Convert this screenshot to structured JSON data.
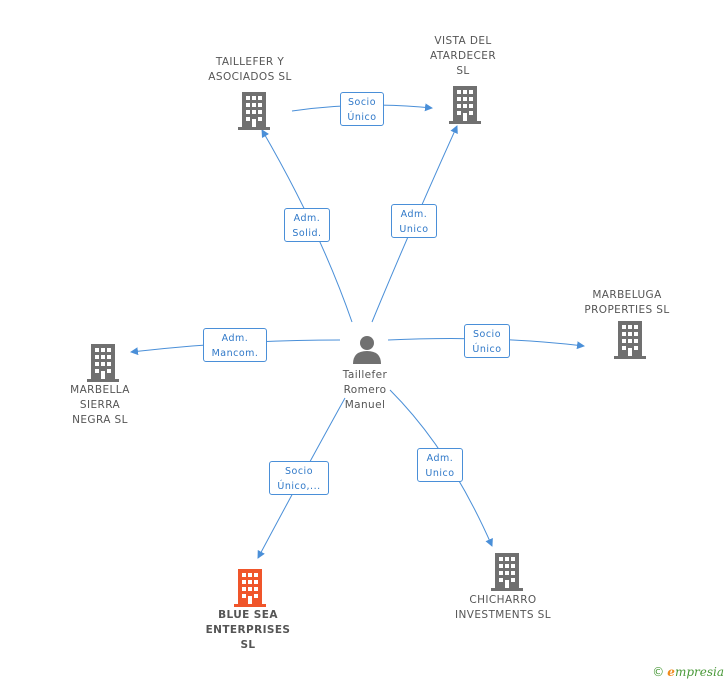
{
  "colors": {
    "edge": "#4a8fd8",
    "building": "#707070",
    "building_highlight": "#f0552a",
    "person": "#707070"
  },
  "nodes": {
    "person": {
      "label": "Taillefer\nRomero\nManuel",
      "icon": "person-icon"
    },
    "taillefer_asociados": {
      "label": "TAILLEFER Y\nASOCIADOS SL",
      "icon": "building-icon"
    },
    "vista_atardecer": {
      "label": "VISTA DEL\nATARDECER\nSL",
      "icon": "building-icon"
    },
    "marbeluga": {
      "label": "MARBELUGA\nPROPERTIES  SL",
      "icon": "building-icon"
    },
    "marbella_sierra": {
      "label": "MARBELLA\nSIERRA\nNEGRA SL",
      "icon": "building-icon"
    },
    "blue_sea": {
      "label": "BLUE SEA\nENTERPRISES\nSL",
      "icon": "building-icon"
    },
    "chicharro": {
      "label": "CHICHARRO\nINVESTMENTS SL",
      "icon": "building-icon"
    }
  },
  "relations": {
    "rel_asociados_vista": "Socio\nÚnico",
    "rel_person_asociados": "Adm.\nSolid.",
    "rel_person_vista": "Adm.\nUnico",
    "rel_person_marbeluga": "Socio\nÚnico",
    "rel_person_marbella": "Adm.\nMancom.",
    "rel_person_bluesea": "Socio\nÚnico,...",
    "rel_person_chicharro": "Adm.\nUnico"
  },
  "footer": {
    "copyright": "©",
    "brand_initial": "e",
    "brand_rest": "mpresia"
  }
}
